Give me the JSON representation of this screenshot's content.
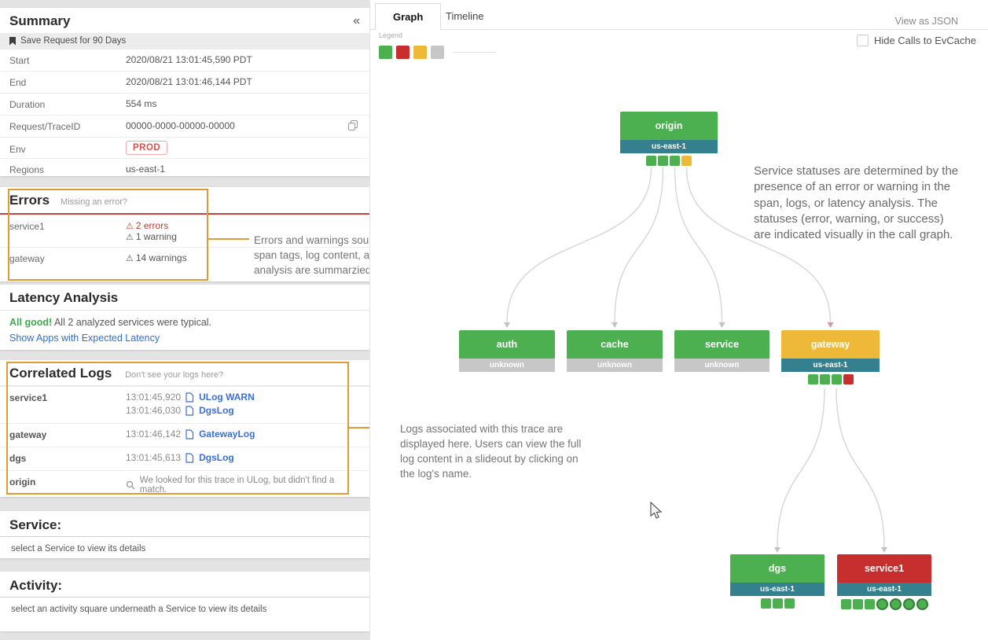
{
  "app": {
    "left_panel": {
      "summary": {
        "title": "Summary",
        "collapse_icon": "«",
        "save_request": "Save Request for 90 Days",
        "fields": [
          {
            "label": "Start",
            "value": "2020/08/21 13:01:45,590 PDT"
          },
          {
            "label": "End",
            "value": "2020/08/21 13:01:46,144 PDT"
          },
          {
            "label": "Duration",
            "value": "554 ms"
          },
          {
            "label": "Request/TraceID",
            "value": "00000-0000-00000-00000"
          },
          {
            "label": "Env",
            "value": "PROD"
          },
          {
            "label": "Regions",
            "value": "us-east-1"
          }
        ]
      },
      "errors": {
        "title": "Errors",
        "hint": "Missing an error?",
        "warning_icon": "⚠",
        "rows": [
          {
            "service": "service1",
            "error_count": "2 errors",
            "warning_count": "1 warning"
          },
          {
            "service": "gateway",
            "warning_count": "14 warnings"
          }
        ]
      },
      "latency": {
        "title": "Latency Analysis",
        "status": "All good!",
        "message": "All 2 analyzed services were typical.",
        "link": "Show Apps with Expected Latency"
      },
      "logs": {
        "title": "Correlated Logs",
        "hint": "Don't see your logs here?",
        "rows": [
          {
            "service": "service1",
            "time1": "13:01:45,920",
            "log1": "ULog WARN",
            "time2": "13:01:46,030",
            "log2": "DgsLog"
          },
          {
            "service": "gateway",
            "time1": "13:01:46,142",
            "log1": "GatewayLog"
          },
          {
            "service": "dgs",
            "time1": "13:01:45,613",
            "log1": "DgsLog"
          },
          {
            "service": "origin",
            "message": "We looked for this trace in ULog, but didn't find a match."
          }
        ]
      },
      "service_section": {
        "title": "Service:",
        "hint": "select a Service to view its details"
      },
      "activity_section": {
        "title": "Activity:",
        "hint": "select an activity square underneath a Service to view its details"
      }
    },
    "graph_panel": {
      "tabs": {
        "graph": "Graph",
        "timeline": "Timeline"
      },
      "active_tab": "Graph",
      "view_as_json": "View as JSON",
      "legend_label": "Legend",
      "hide_evcache": "Hide Calls to EvCache",
      "hide_evcache_checked": false
    },
    "graph": {
      "nodes": [
        {
          "id": "origin",
          "label": "origin",
          "status": "success",
          "region": "us-east-1",
          "activities": [
            "success",
            "success",
            "success",
            "warning"
          ]
        },
        {
          "id": "auth",
          "label": "auth",
          "status": "success",
          "region": "unknown",
          "activities": []
        },
        {
          "id": "cache",
          "label": "cache",
          "status": "success",
          "region": "unknown",
          "activities": []
        },
        {
          "id": "service",
          "label": "service",
          "status": "success",
          "region": "unknown",
          "activities": []
        },
        {
          "id": "gateway",
          "label": "gateway",
          "status": "warning",
          "region": "us-east-1",
          "activities": [
            "success",
            "success",
            "success",
            "error"
          ]
        },
        {
          "id": "dgs",
          "label": "dgs",
          "status": "success",
          "region": "us-east-1",
          "activities": [
            "success",
            "success",
            "success"
          ]
        },
        {
          "id": "service1",
          "label": "service1",
          "status": "error",
          "region": "us-east-1",
          "activities": [
            "success",
            "success",
            "success"
          ],
          "cache_calls": [
            "success",
            "success",
            "success",
            "success"
          ]
        }
      ],
      "edges": [
        {
          "from": "origin",
          "to": "auth"
        },
        {
          "from": "origin",
          "to": "cache"
        },
        {
          "from": "origin",
          "to": "service"
        },
        {
          "from": "origin",
          "to": "gateway"
        },
        {
          "from": "gateway",
          "to": "dgs"
        },
        {
          "from": "gateway",
          "to": "service1"
        }
      ]
    },
    "annotations": {
      "errors_note": "Errors and warnings sourced from span tags, log content, and latency analysis are summarzied here.",
      "statuses_note": "Service statuses are determined by the presence of an error or warning in the span, logs, or latency analysis. The statuses (error, warning, or success) are indicated visually in the call graph.",
      "logs_note": "Logs associated with this trace are displayed here. Users can view the full log content in a slideout by clicking on the log's name."
    },
    "colors": {
      "success": "#4caf50",
      "error": "#c62f2d",
      "warning": "#eeb839",
      "unknown": "#c7c7c7",
      "region_band": "#34808e",
      "annotation_orange": "#de9b3a",
      "link_blue": "#3b6fd4",
      "error_red": "#c0392b"
    }
  }
}
